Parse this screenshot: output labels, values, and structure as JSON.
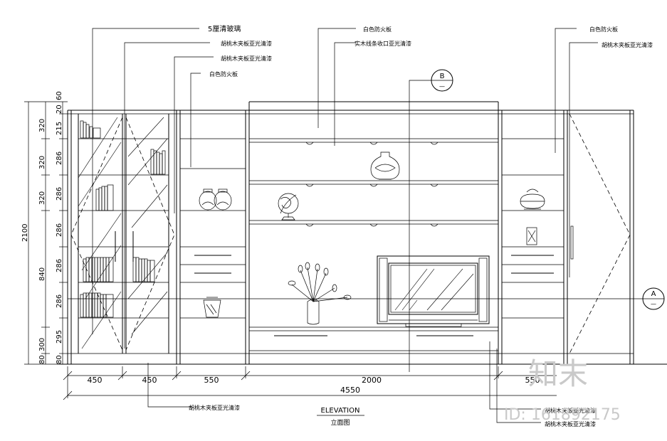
{
  "title": "ELEVATION",
  "subtitle": "立面图",
  "watermark": {
    "logo": "知末",
    "id": "ID: 161892175"
  },
  "callouts": {
    "glass": "5厘清玻璃",
    "veneer_a": "胡桃木夹板亚光清漆",
    "veneer_b": "胡桃木夹板亚光清漆",
    "white_fire_a": "白色防火板",
    "white_fire_center": "白色防火板",
    "solid_wood_edge": "实木线条收口亚光清漆",
    "white_fire_right": "白色防火板",
    "veneer_right": "胡桃木夹板亚光清漆",
    "bottom_left": "胡桃木夹板亚光清漆",
    "bottom_right_a": "胡桃木夹板亚光清漆",
    "bottom_right_b": "胡桃木夹板亚光清漆"
  },
  "section_marks": {
    "b": "B",
    "a": "A",
    "dash": "—"
  },
  "dims": {
    "bottom": [
      "450",
      "450",
      "550",
      "2000",
      "550"
    ],
    "total": "4550",
    "left_inner": [
      "60",
      "20",
      "215",
      "286",
      "286",
      "286",
      "286",
      "286",
      "295",
      "80"
    ],
    "left_mid": [
      "320",
      "320",
      "320",
      "840",
      "300",
      "80"
    ],
    "left_total": "2100"
  }
}
